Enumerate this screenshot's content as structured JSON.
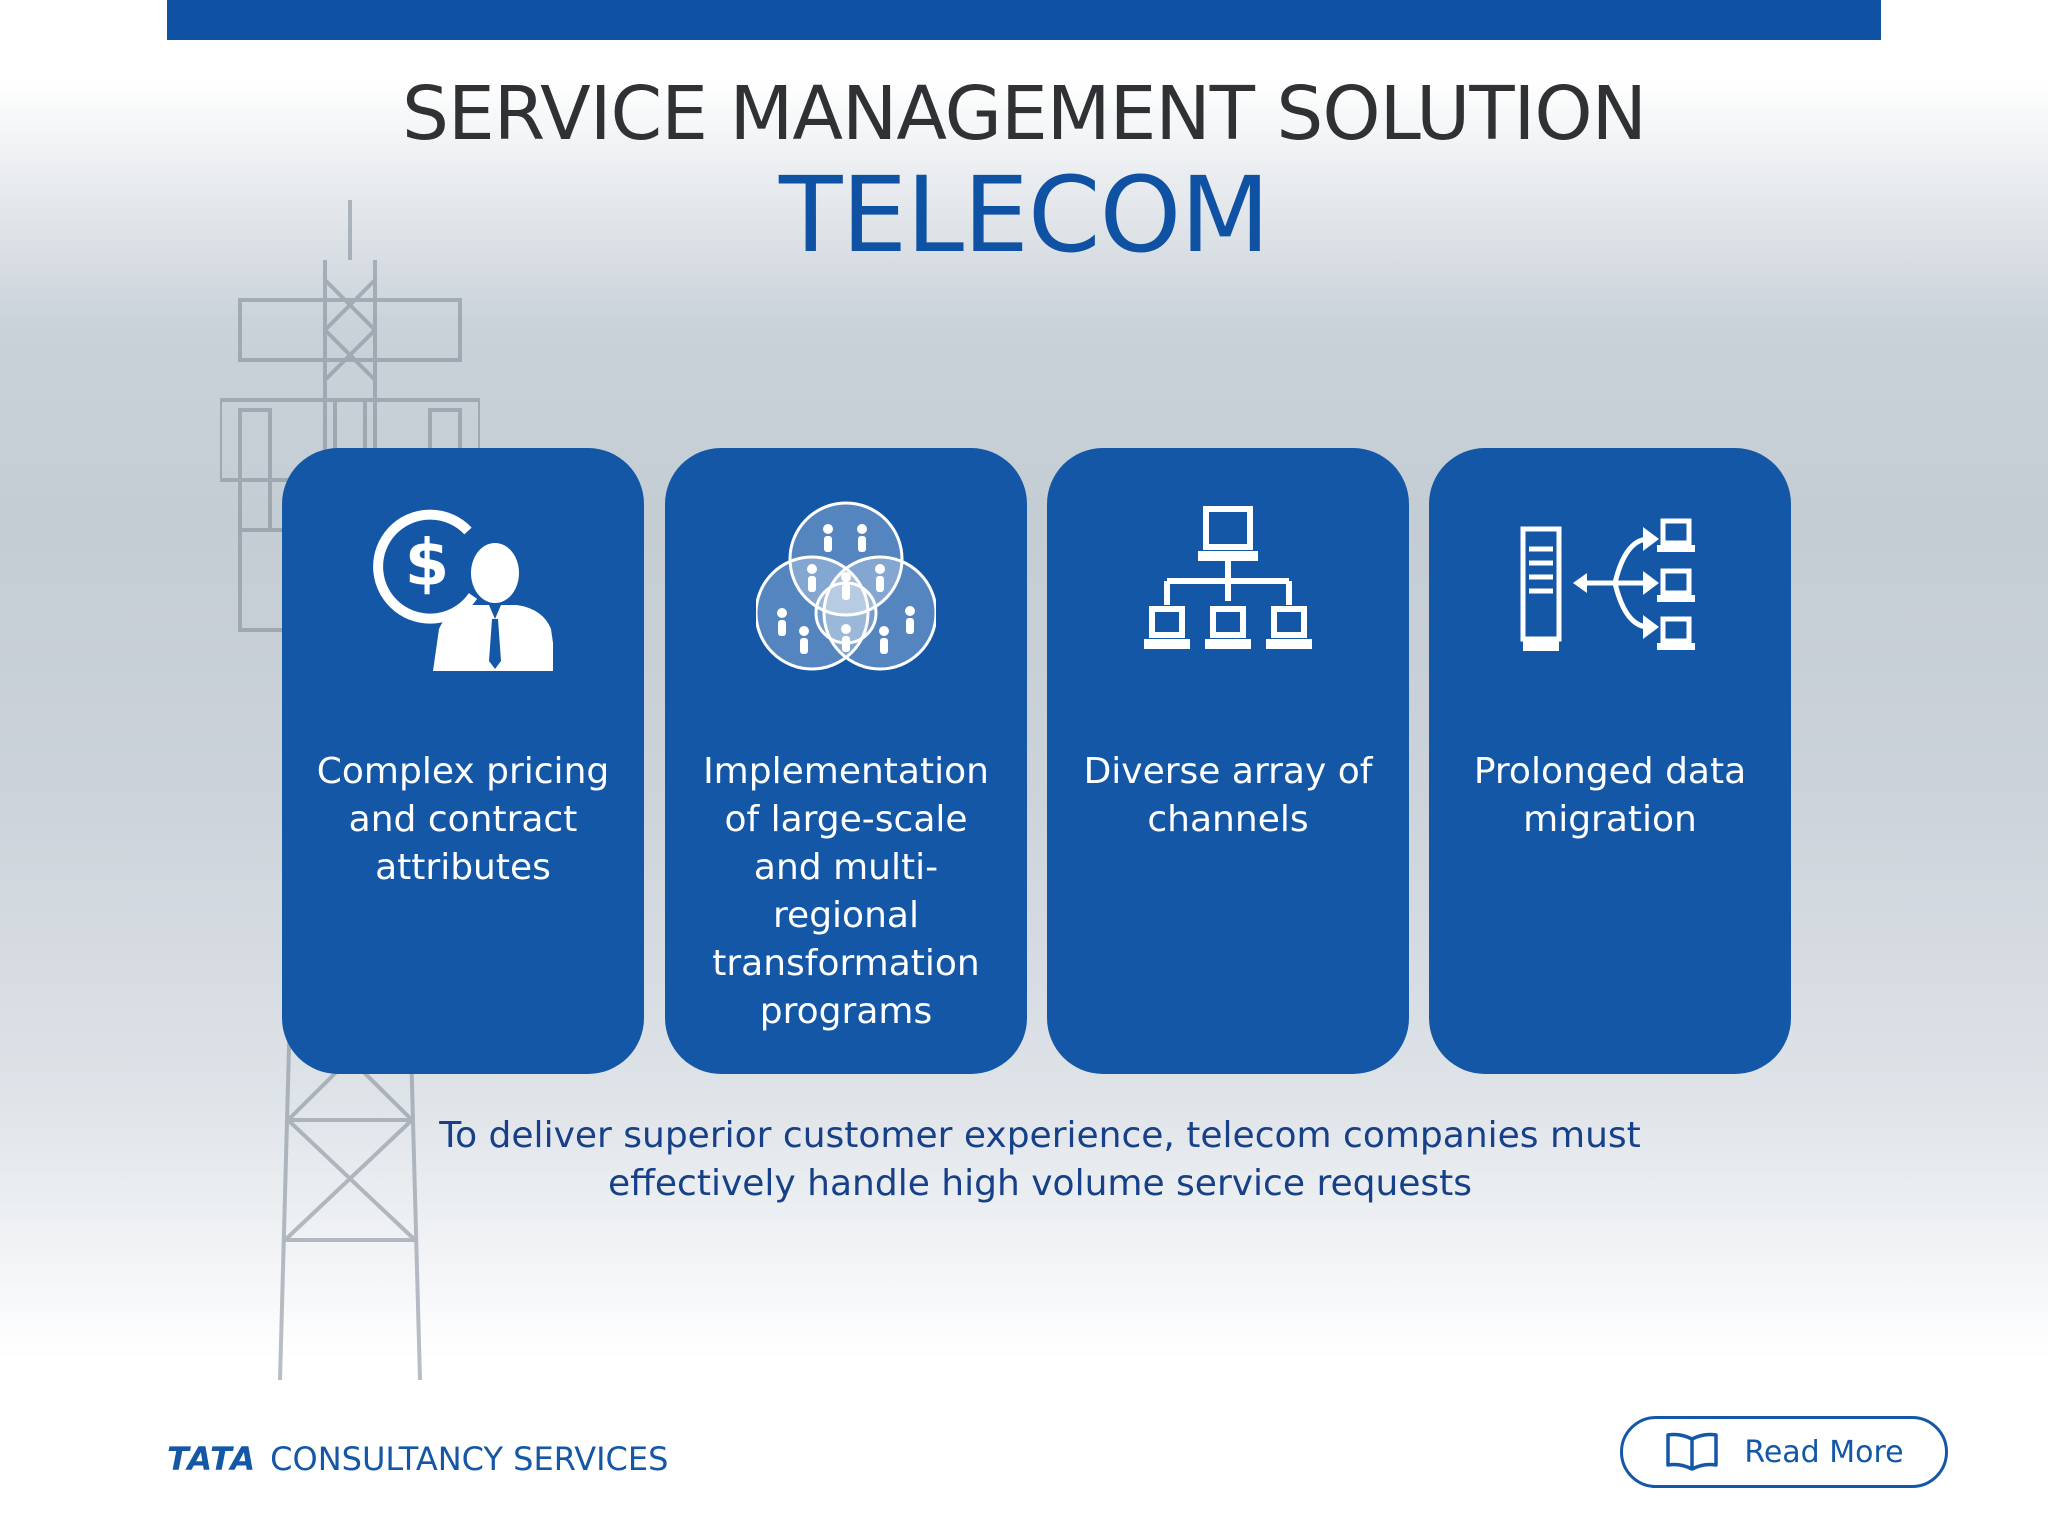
{
  "header": {
    "title_line1": "SERVICE MANAGEMENT SOLUTION",
    "title_line2": "TELECOM"
  },
  "cards": [
    {
      "icon": "dollar-person-icon",
      "text": "Complex pricing and contract attributes"
    },
    {
      "icon": "people-circles-icon",
      "text": "Implementation of large-scale and multi-regional transformation programs"
    },
    {
      "icon": "network-computers-icon",
      "text": "Diverse array of channels"
    },
    {
      "icon": "server-migration-icon",
      "text": "Prolonged data migration"
    }
  ],
  "summary": "To deliver superior customer experience, telecom companies must effectively handle high volume service requests",
  "footer": {
    "brand_tata": "TATA",
    "brand_name": "CONSULTANCY SERVICES",
    "read_more_label": "Read More",
    "read_more_icon": "open-book-icon"
  },
  "colors": {
    "brand_blue": "#1357a6",
    "title_dark": "#2f3134"
  }
}
